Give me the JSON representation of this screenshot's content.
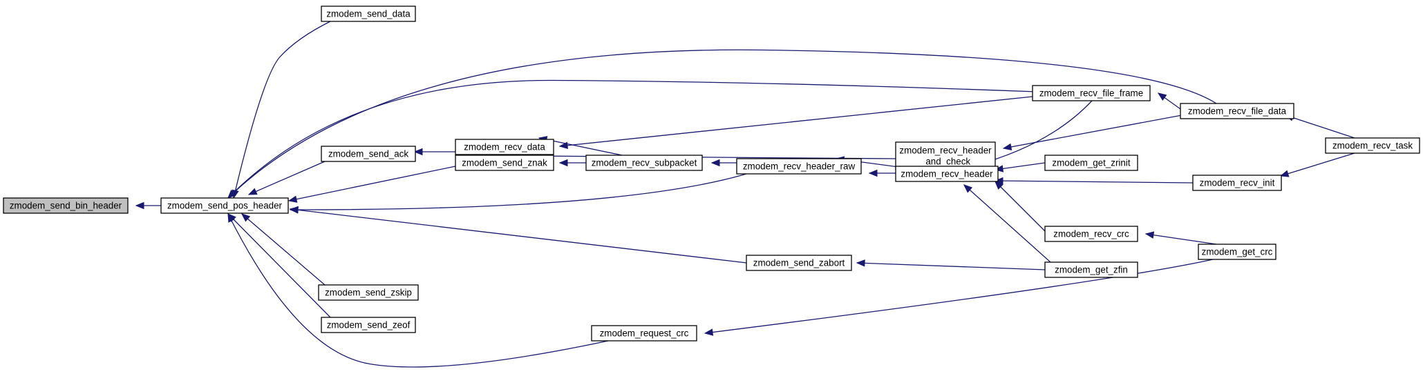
{
  "graph": {
    "nodes": [
      {
        "id": "bin_header",
        "label": "zmodem_send_bin_header",
        "current": true
      },
      {
        "id": "pos_header",
        "label": "zmodem_send_pos_header"
      },
      {
        "id": "send_data",
        "label": "zmodem_send_data"
      },
      {
        "id": "send_ack",
        "label": "zmodem_send_ack"
      },
      {
        "id": "send_zskip",
        "label": "zmodem_send_zskip"
      },
      {
        "id": "send_zeof",
        "label": "zmodem_send_zeof"
      },
      {
        "id": "recv_data",
        "label": "zmodem_recv_data"
      },
      {
        "id": "send_znak",
        "label": "zmodem_send_znak"
      },
      {
        "id": "request_crc",
        "label": "zmodem_request_crc"
      },
      {
        "id": "recv_subpacket",
        "label": "zmodem_recv_subpacket"
      },
      {
        "id": "recv_header_raw",
        "label": "zmodem_recv_header_raw"
      },
      {
        "id": "send_zabort",
        "label": "zmodem_send_zabort"
      },
      {
        "id": "recv_header_and_check",
        "label": [
          "zmodem_recv_header",
          "_and_check"
        ]
      },
      {
        "id": "recv_header",
        "label": "zmodem_recv_header"
      },
      {
        "id": "recv_file_frame",
        "label": "zmodem_recv_file_frame"
      },
      {
        "id": "get_zrinit",
        "label": "zmodem_get_zrinit"
      },
      {
        "id": "recv_crc",
        "label": "zmodem_recv_crc"
      },
      {
        "id": "get_zfin",
        "label": "zmodem_get_zfin"
      },
      {
        "id": "recv_file_data",
        "label": "zmodem_recv_file_data"
      },
      {
        "id": "recv_init",
        "label": "zmodem_recv_init"
      },
      {
        "id": "get_crc",
        "label": "zmodem_get_crc"
      },
      {
        "id": "recv_task",
        "label": "zmodem_recv_task"
      }
    ],
    "edges": [
      {
        "from": "pos_header",
        "to": "bin_header"
      },
      {
        "from": "send_data",
        "to": "pos_header"
      },
      {
        "from": "send_ack",
        "to": "pos_header"
      },
      {
        "from": "send_znak",
        "to": "pos_header"
      },
      {
        "from": "send_zskip",
        "to": "pos_header"
      },
      {
        "from": "send_zeof",
        "to": "pos_header"
      },
      {
        "from": "request_crc",
        "to": "pos_header"
      },
      {
        "from": "recv_header_raw",
        "to": "pos_header"
      },
      {
        "from": "send_zabort",
        "to": "pos_header"
      },
      {
        "from": "recv_file_frame",
        "to": "pos_header"
      },
      {
        "from": "recv_file_data",
        "to": "pos_header"
      },
      {
        "from": "recv_data",
        "to": "send_ack"
      },
      {
        "from": "recv_subpacket",
        "to": "send_znak"
      },
      {
        "from": "recv_header_and_check",
        "to": "send_znak"
      },
      {
        "from": "recv_file_frame",
        "to": "recv_data"
      },
      {
        "from": "recv_subpacket",
        "to": "recv_data"
      },
      {
        "from": "recv_header_raw",
        "to": "recv_subpacket"
      },
      {
        "from": "recv_header",
        "to": "recv_header_raw"
      },
      {
        "from": "recv_header_and_check",
        "to": "recv_header_raw"
      },
      {
        "from": "get_zfin",
        "to": "send_zabort"
      },
      {
        "from": "get_crc",
        "to": "request_crc"
      },
      {
        "from": "recv_file_data",
        "to": "recv_header_and_check"
      },
      {
        "from": "recv_file_frame",
        "to": "recv_header"
      },
      {
        "from": "get_zrinit",
        "to": "recv_header"
      },
      {
        "from": "recv_init",
        "to": "recv_header"
      },
      {
        "from": "recv_crc",
        "to": "recv_header"
      },
      {
        "from": "get_zfin",
        "to": "recv_header"
      },
      {
        "from": "recv_file_data",
        "to": "recv_file_frame"
      },
      {
        "from": "get_crc",
        "to": "recv_crc"
      },
      {
        "from": "recv_task",
        "to": "recv_file_data"
      },
      {
        "from": "recv_task",
        "to": "recv_init"
      }
    ]
  },
  "colors": {
    "edge": "#191970",
    "node_fill": "#ffffff",
    "current_node_fill": "#bfbfbf",
    "node_border": "#000000"
  }
}
